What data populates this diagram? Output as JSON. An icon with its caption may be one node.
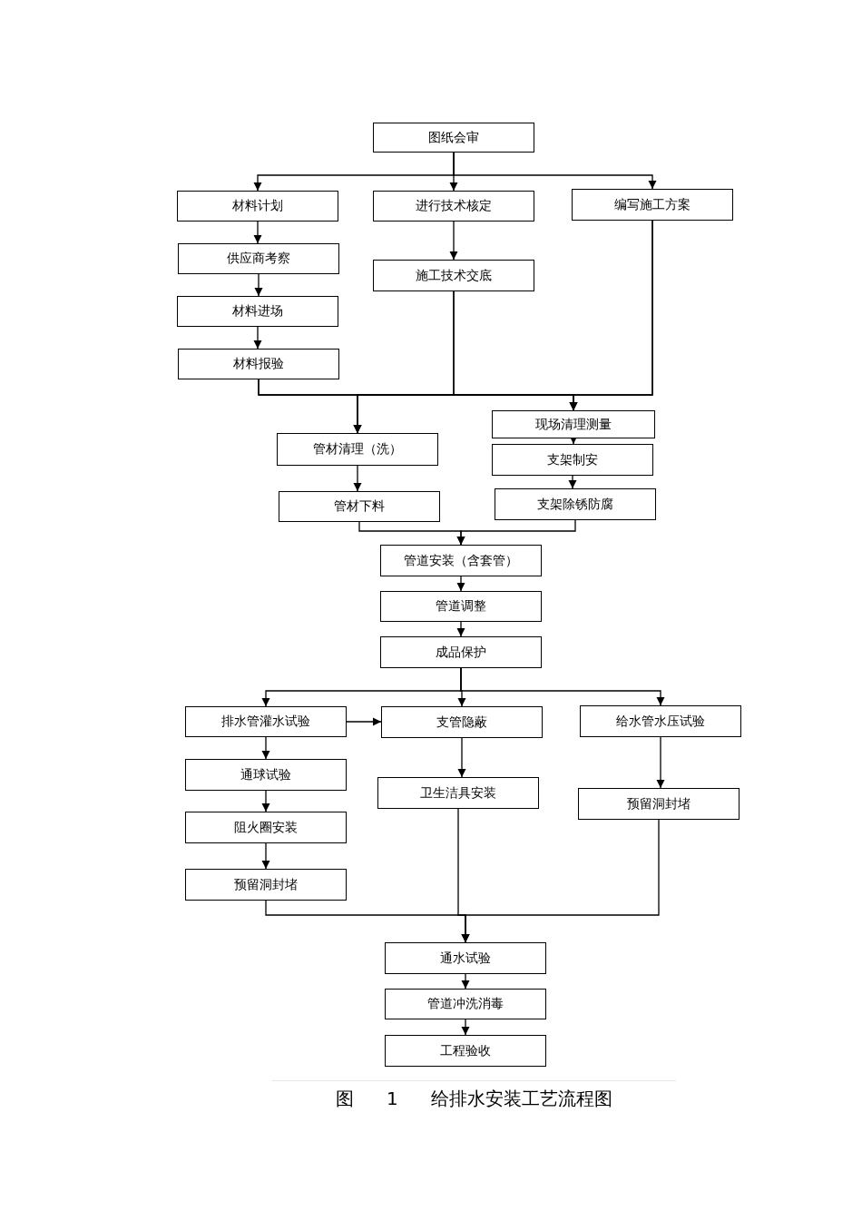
{
  "diagram": {
    "caption": "图 1 给排水安装工艺流程图",
    "nodes": [
      {
        "text": [
          "图纸会审"
        ]
      },
      {
        "text": [
          "材料计划"
        ]
      },
      {
        "text": [
          "进行技术核定"
        ]
      },
      {
        "text": [
          "编写施工方案"
        ]
      },
      {
        "text": [
          "供应商考察"
        ]
      },
      {
        "text": [
          "材料进场"
        ]
      },
      {
        "text": [
          "材料报验"
        ]
      },
      {
        "text": [
          "施工技术交底"
        ]
      },
      {
        "text": [
          "管材清理（洗）"
        ]
      },
      {
        "text": [
          "管材下料"
        ]
      },
      {
        "text": [
          "现场清理测量"
        ]
      },
      {
        "text": [
          "支架制安"
        ]
      },
      {
        "text": [
          "支架除锈防腐"
        ]
      },
      {
        "text": [
          "管道安装（含套管）"
        ]
      },
      {
        "text": [
          "管道调整"
        ]
      },
      {
        "text": [
          "成品保护"
        ]
      },
      {
        "text": [
          "排水管灌水试验"
        ]
      },
      {
        "text": [
          "支管隐蔽"
        ]
      },
      {
        "text": [
          "给水管水压试验"
        ]
      },
      {
        "text": [
          "通球试验"
        ]
      },
      {
        "text": [
          "阻火圈安装"
        ]
      },
      {
        "text": [
          "预留洞封堵"
        ]
      },
      {
        "text": [
          "卫生洁具安装"
        ]
      },
      {
        "text": [
          "预留洞封堵"
        ]
      },
      {
        "text": [
          "通水试验"
        ]
      },
      {
        "text": [
          "管道冲洗消毒"
        ]
      },
      {
        "text": [
          "工程验收"
        ]
      }
    ],
    "edges": [
      {
        "from": 0,
        "to": 1,
        "arrow": "to"
      },
      {
        "from": 0,
        "to": 2,
        "arrow": "to"
      },
      {
        "from": 0,
        "to": 3,
        "arrow": "to"
      },
      {
        "from": 1,
        "to": 4,
        "arrow": "to"
      },
      {
        "from": 4,
        "to": 5,
        "arrow": "to"
      },
      {
        "from": 5,
        "to": 6,
        "arrow": "to"
      },
      {
        "from": 2,
        "to": 7,
        "arrow": "to"
      },
      {
        "from": 6,
        "to": 8,
        "arrow": "to"
      },
      {
        "from": 6,
        "to": 10,
        "arrow": "to"
      },
      {
        "from": 7,
        "to": 8,
        "arrow": "to"
      },
      {
        "from": 7,
        "to": 10,
        "arrow": "to"
      },
      {
        "from": 3,
        "to": 8,
        "arrow": "to"
      },
      {
        "from": 3,
        "to": 10,
        "arrow": "to"
      },
      {
        "from": 8,
        "to": 9,
        "arrow": "to"
      },
      {
        "from": 10,
        "to": 11,
        "arrow": "to"
      },
      {
        "from": 11,
        "to": 12,
        "arrow": "to"
      },
      {
        "from": 9,
        "to": 13,
        "arrow": "to"
      },
      {
        "from": 12,
        "to": 13,
        "arrow": "to"
      },
      {
        "from": 13,
        "to": 14,
        "arrow": "to"
      },
      {
        "from": 14,
        "to": 15,
        "arrow": "to"
      },
      {
        "from": 15,
        "to": 16,
        "arrow": "to"
      },
      {
        "from": 15,
        "to": 17,
        "arrow": "to"
      },
      {
        "from": 15,
        "to": 18,
        "arrow": "to"
      },
      {
        "from": 16,
        "to": 17,
        "arrow": "to"
      },
      {
        "from": 16,
        "to": 19,
        "arrow": "to"
      },
      {
        "from": 19,
        "to": 20,
        "arrow": "to"
      },
      {
        "from": 20,
        "to": 21,
        "arrow": "to"
      },
      {
        "from": 17,
        "to": 22,
        "arrow": "to"
      },
      {
        "from": 18,
        "to": 23,
        "arrow": "to"
      },
      {
        "from": 21,
        "to": 24,
        "arrow": "to"
      },
      {
        "from": 22,
        "to": 24,
        "arrow": "to"
      },
      {
        "from": 23,
        "to": 24,
        "arrow": "to"
      },
      {
        "from": 24,
        "to": 25,
        "arrow": "to"
      },
      {
        "from": 25,
        "to": 26,
        "arrow": "to"
      }
    ]
  }
}
